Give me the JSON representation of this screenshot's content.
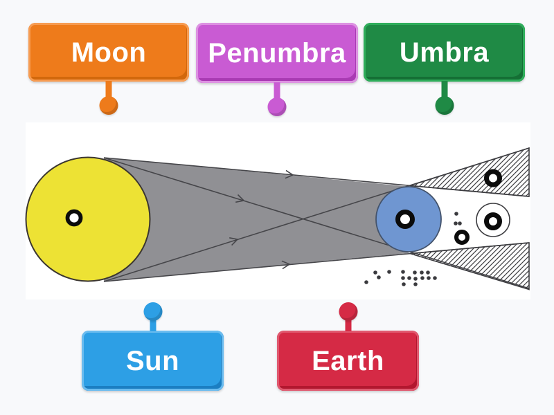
{
  "labels": [
    {
      "id": "moon",
      "text": "Moon",
      "pin": "down",
      "colors": {
        "main": "#EE7B1B",
        "light": "#F79C52",
        "dark": "#D2680C"
      }
    },
    {
      "id": "penumbra",
      "text": "Penumbra",
      "pin": "down",
      "colors": {
        "main": "#C95BD3",
        "light": "#DD92E2",
        "dark": "#A93BB3"
      }
    },
    {
      "id": "umbra",
      "text": "Umbra",
      "pin": "down",
      "colors": {
        "main": "#1F8A45",
        "light": "#2FAE5B",
        "dark": "#156F35"
      }
    },
    {
      "id": "sun",
      "text": "Sun",
      "pin": "up",
      "colors": {
        "main": "#2D9FE5",
        "light": "#6BBCEF",
        "dark": "#1B7EC2"
      }
    },
    {
      "id": "earth",
      "text": "Earth",
      "pin": "up",
      "colors": {
        "main": "#D52A45",
        "light": "#E0596F",
        "dark": "#B2172F"
      }
    }
  ],
  "diagram": {
    "colors": {
      "page_bg": "#F8F9FB",
      "canvas": "#FFFFFF",
      "sun": "#EDE234",
      "sun_stroke": "#3B3630",
      "shadow": "#909094",
      "body": "#6F96D1",
      "body_stroke": "#44536B",
      "line": "#46464A",
      "hatch": "#3C3C40",
      "target": "#0B0B0B",
      "dot": "#3A3A3E"
    }
  }
}
